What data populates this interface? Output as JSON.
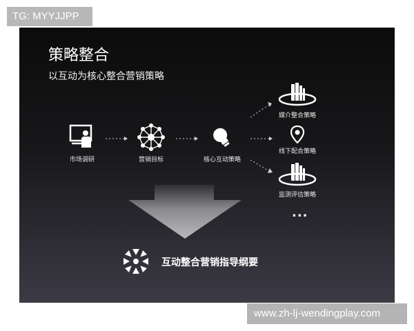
{
  "tag": {
    "text": "TG: MYYJJPP"
  },
  "slide": {
    "title": "策略整合",
    "subtitle": "以互动为核心整合营销策略",
    "steps": [
      "市场调研",
      "营销目标",
      "核心互动策略"
    ],
    "branches": [
      "媒介整合策略",
      "线下配合策略",
      "监测评估策略"
    ],
    "more": "...",
    "result": "互动整合营销指导纲要"
  },
  "icons": {
    "step1": "presenter-icon",
    "step2": "network-icon",
    "step3": "lightbulb-icon",
    "branch1": "building-icon",
    "branch2": "location-pin-icon",
    "branch3": "building-icon",
    "arrow": "down-arrow-icon",
    "result": "converge-arrows-icon"
  },
  "watermark": {
    "text": "www.zh-lj-wendingplay.com"
  }
}
